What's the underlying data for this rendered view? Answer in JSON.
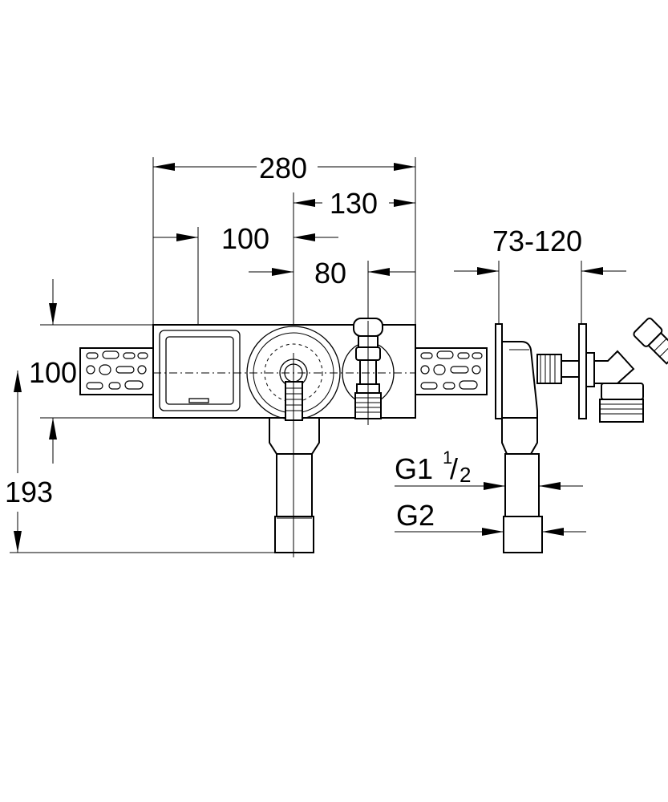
{
  "dimensions": {
    "overall_width": "280",
    "right_offset": "130",
    "box_offset": "100",
    "valve_offset": "80",
    "wall_depth": "73-120",
    "plate_height": "100",
    "total_height": "193"
  },
  "threads": {
    "upper": {
      "prefix": "G1",
      "sup": "1",
      "slash": "/",
      "sub": "2"
    },
    "lower": "G2"
  }
}
